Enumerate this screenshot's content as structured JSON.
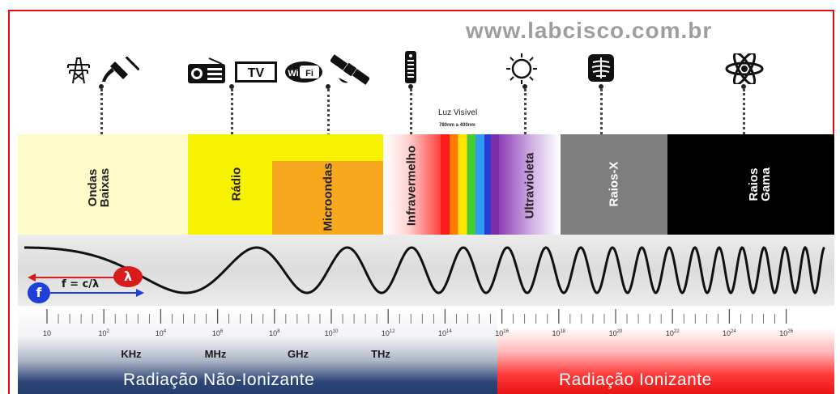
{
  "watermark": "www.labcisco.com.br",
  "bands": {
    "ondas_baixas": [
      "Ondas",
      "Baixas"
    ],
    "radio": "Rádio",
    "microondas": "Microondas",
    "infravermelho": "Infravermelho",
    "luz_visivel_title": "Luz Visível",
    "luz_visivel_range": "780nm a 400nm",
    "ultravioleta": "Ultravioleta",
    "raios_x": "Raios-X",
    "raios_gama": [
      "Raios",
      "Gama"
    ]
  },
  "formula": "f = c/λ",
  "lambda_symbol": "λ",
  "f_symbol": "f",
  "ticks": [
    {
      "base": "10",
      "exp": ""
    },
    {
      "base": "10",
      "exp": "2"
    },
    {
      "base": "10",
      "exp": "4"
    },
    {
      "base": "10",
      "exp": "6"
    },
    {
      "base": "10",
      "exp": "8"
    },
    {
      "base": "10",
      "exp": "10"
    },
    {
      "base": "10",
      "exp": "12"
    },
    {
      "base": "10",
      "exp": "14"
    },
    {
      "base": "10",
      "exp": "16"
    },
    {
      "base": "10",
      "exp": "18"
    },
    {
      "base": "10",
      "exp": "20"
    },
    {
      "base": "10",
      "exp": "22"
    },
    {
      "base": "10",
      "exp": "24"
    },
    {
      "base": "10",
      "exp": "26"
    }
  ],
  "units": [
    "KHz",
    "MHz",
    "GHz",
    "THz"
  ],
  "bottom": {
    "non_ionizing": "Radiação Não-Ionizante",
    "ionizing": "Radiação Ionizante"
  },
  "colors": {
    "frame": "#e01010",
    "ondas_baixas": "#fefbc8",
    "radio": "#f7f300",
    "microondas": "#f7a81c",
    "raios_x": "#7e7e7e",
    "raios_gama": "#000000",
    "non_ionizing": "#233e6c",
    "ionizing": "#e81414"
  },
  "icons": [
    "power-tower-icon",
    "plug-icon",
    "radio-icon",
    "tv-icon",
    "wifi-icon",
    "satellite-icon",
    "remote-control-icon",
    "sun-icon",
    "xray-icon",
    "atom-icon"
  ]
}
